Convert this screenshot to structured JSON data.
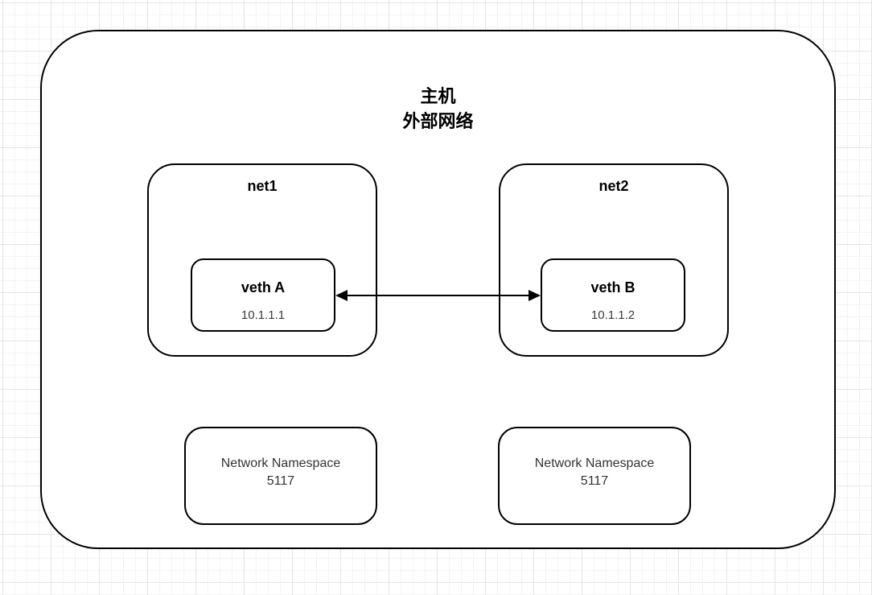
{
  "host": {
    "title_line1": "主机",
    "title_line2": "外部网络"
  },
  "networks": [
    {
      "label": "net1",
      "veth_name": "veth A",
      "veth_ip": "10.1.1.1"
    },
    {
      "label": "net2",
      "veth_name": "veth B",
      "veth_ip": "10.1.1.2"
    }
  ],
  "connection": {
    "type": "bidirectional-arrow",
    "from": "veth A",
    "to": "veth B"
  },
  "namespaces": [
    {
      "line1": "Network Namespace",
      "line2": "5117"
    },
    {
      "line1": "Network Namespace",
      "line2": "5117"
    }
  ],
  "colors": {
    "stroke": "#000000",
    "text_primary": "#000000",
    "text_secondary": "#3a3a3a",
    "background": "#ffffff",
    "grid_minor": "#f3f3f3",
    "grid_major": "#e4e4e4"
  }
}
